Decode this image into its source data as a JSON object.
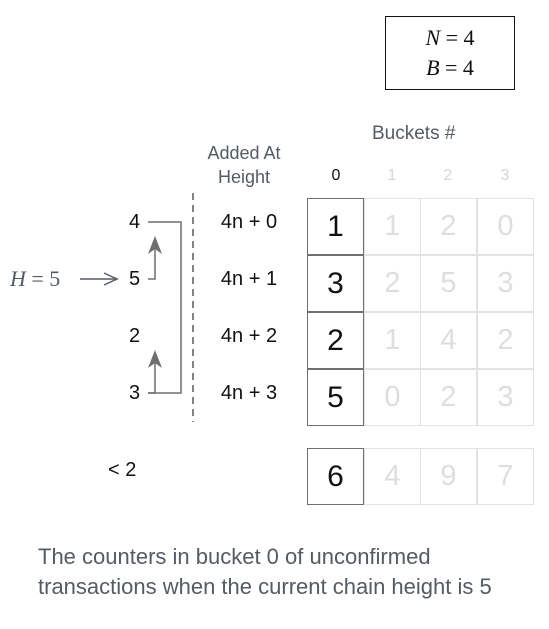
{
  "params": {
    "n_var": "N",
    "n_eq": " = 4",
    "b_var": "B",
    "b_eq": " = 4"
  },
  "buckets_title": "Buckets #",
  "added_header": {
    "line1": "Added At",
    "line2": "Height"
  },
  "bucket_columns": [
    "0",
    "1",
    "2",
    "3"
  ],
  "rows": [
    {
      "height": "4",
      "formula": "4n + 0",
      "values": [
        "1",
        "1",
        "2",
        "0"
      ]
    },
    {
      "height": "5",
      "formula": "4n + 1",
      "values": [
        "3",
        "2",
        "5",
        "3"
      ]
    },
    {
      "height": "2",
      "formula": "4n + 2",
      "values": [
        "2",
        "1",
        "4",
        "2"
      ]
    },
    {
      "height": "3",
      "formula": "4n + 3",
      "values": [
        "5",
        "0",
        "2",
        "3"
      ]
    }
  ],
  "overflow_row": {
    "label": "< 2",
    "values": [
      "6",
      "4",
      "9",
      "7"
    ]
  },
  "current_height": {
    "var": "H",
    "eq": " = 5"
  },
  "caption": {
    "line1": "The counters in bucket 0 of unconfirmed",
    "line2": "transactions when the current chain height is 5"
  },
  "colors": {
    "text": "#111111",
    "muted": "#555b63",
    "faded": "#dddee1",
    "active_border": "#6f6f6f",
    "faded_border": "#e1e2e4",
    "arrow": "#6f6f6f"
  }
}
